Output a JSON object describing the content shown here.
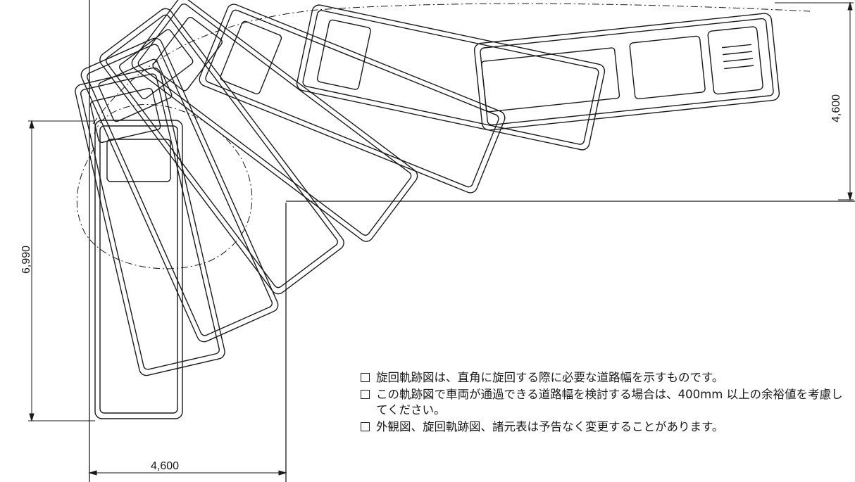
{
  "dimensions": {
    "bottom_width": "4,600",
    "left_height": "6,990",
    "right_height": "4,600"
  },
  "notes": [
    "旋回軌跡図は、直角に旋回する際に必要な道路幅を示すものです。",
    "この軌跡図で車両が通過できる道路幅を検討する場合は、400mm 以上の余裕値を考慮してください。",
    "外観図、旋回軌跡図、諸元表は予告なく変更することがあります。"
  ],
  "colors": {
    "line": "#1a1a1a",
    "background": "#ffffff"
  }
}
